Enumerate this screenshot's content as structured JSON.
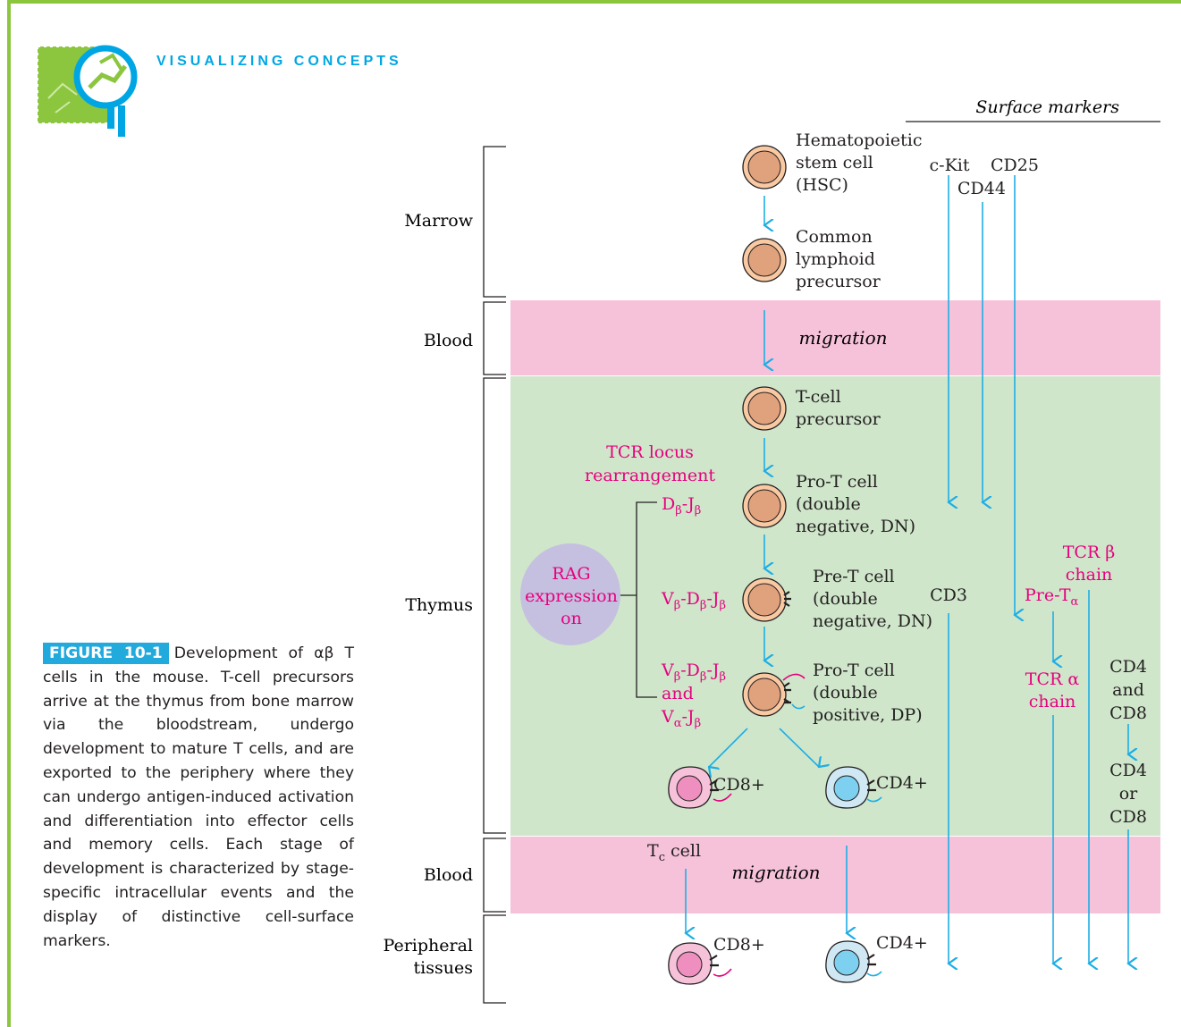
{
  "banner": "VISUALIZING CONCEPTS",
  "caption": {
    "label": "FIGURE 10-1",
    "text": "Development of αβ T cells in the mouse. T-cell precursors arrive at the thymus from bone marrow via the bloodstream, undergo development to mature T cells, and are exported to the periphery where they can undergo antigen-induced activation and differentiation into effector cells and memory cells. Each stage of development is characterized by stage-specific intracellular events and the display of distinctive cell-surface markers."
  },
  "header": {
    "surface_markers": "Surface markers"
  },
  "regions": {
    "marrow": "Marrow",
    "blood1": "Blood",
    "thymus": "Thymus",
    "blood2": "Blood",
    "peripheral_1": "Peripheral",
    "peripheral_2": "tissues"
  },
  "migration": {
    "first": "migration",
    "second": "migration"
  },
  "cells": {
    "hsc": [
      "Hematopoietic",
      "stem cell",
      "(HSC)"
    ],
    "clp": [
      "Common",
      "lymphoid",
      "precursor"
    ],
    "tcp": [
      "T-cell",
      "precursor"
    ],
    "prot_dn": [
      "Pro-T cell",
      "(double",
      "negative, DN)"
    ],
    "pret_dn": [
      "Pre-T cell",
      "(double",
      "negative, DN)"
    ],
    "prot_dp": [
      "Pro-T cell",
      "(double",
      "positive, DP)"
    ],
    "cd8_thymus": "CD8+",
    "cd4_thymus": "CD4+",
    "tc_cell": "T",
    "tc_sub": "c",
    "tc_suffix": " cell",
    "cd8_periph": "CD8+",
    "cd4_periph": "CD4+"
  },
  "rearrangement": {
    "title_1": "TCR locus",
    "title_2": "rearrangement",
    "rag": [
      "RAG",
      "expression",
      "on"
    ],
    "step1": {
      "a": "D",
      "as": "β",
      "b": "-J",
      "bs": "β"
    },
    "step2": {
      "a": "V",
      "as": "β",
      "b": "-D",
      "bs": "β",
      "c": "-J",
      "cs": "β"
    },
    "step3_line1": {
      "a": "V",
      "as": "β",
      "b": "-D",
      "bs": "β",
      "c": "-J",
      "cs": "β"
    },
    "step3_and": "and",
    "step3_line2": {
      "a": "V",
      "as": "α",
      "b": "-J",
      "bs": "β"
    }
  },
  "markers": {
    "ckit": "c-Kit",
    "cd25": "CD25",
    "cd44": "CD44",
    "cd3": "CD3",
    "pre_t": "Pre-T",
    "pre_t_sub": "α",
    "tcr_beta": [
      "TCR β",
      "chain"
    ],
    "tcr_alpha": [
      "TCR α",
      "chain"
    ],
    "cd4_and_cd8": [
      "CD4",
      "and",
      "CD8"
    ],
    "cd4_or_cd8": [
      "CD4",
      "or",
      "CD8"
    ]
  },
  "colors": {
    "blue_arrow": "#1eaee4",
    "magenta": "#e6007e",
    "blood_band": "#f6c2da",
    "thymus_band": "#cfe6cb",
    "cell_peach": "#f8c9a2",
    "cell_nucleus": "#e0a27c",
    "rag_oval": "#c5c0e0",
    "green_frame": "#8cc63f"
  }
}
